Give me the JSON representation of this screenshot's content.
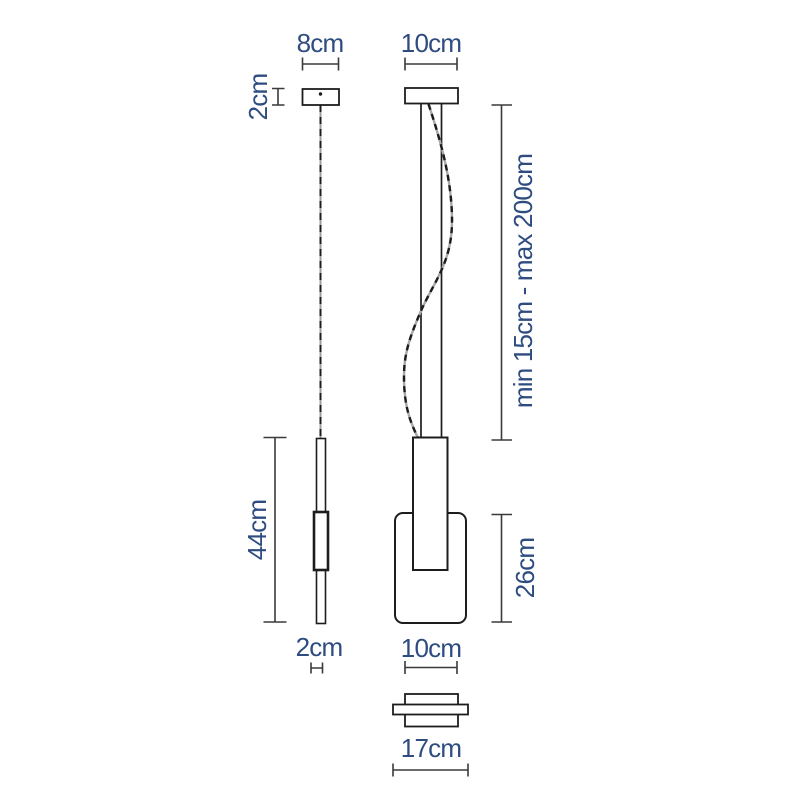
{
  "colors": {
    "dimension_text": "#2e4c80",
    "object_line": "#1d1d1b",
    "dimension_line": "#3a3a3a",
    "background": "#ffffff"
  },
  "drawing": {
    "type": "technical-dimension-drawing",
    "subject": "pendant-lamp",
    "side_view": {
      "canopy_width_label": "8cm",
      "canopy_height_label": "2cm",
      "body_height_label": "44cm",
      "body_width_label": "2cm"
    },
    "front_view": {
      "canopy_width_label": "10cm",
      "suspension_length_label": "min 15cm - max 200cm",
      "diffuser_height_label": "26cm"
    },
    "bottom_view": {
      "diffuser_width_label": "10cm",
      "bar_length_label": "17cm"
    }
  }
}
